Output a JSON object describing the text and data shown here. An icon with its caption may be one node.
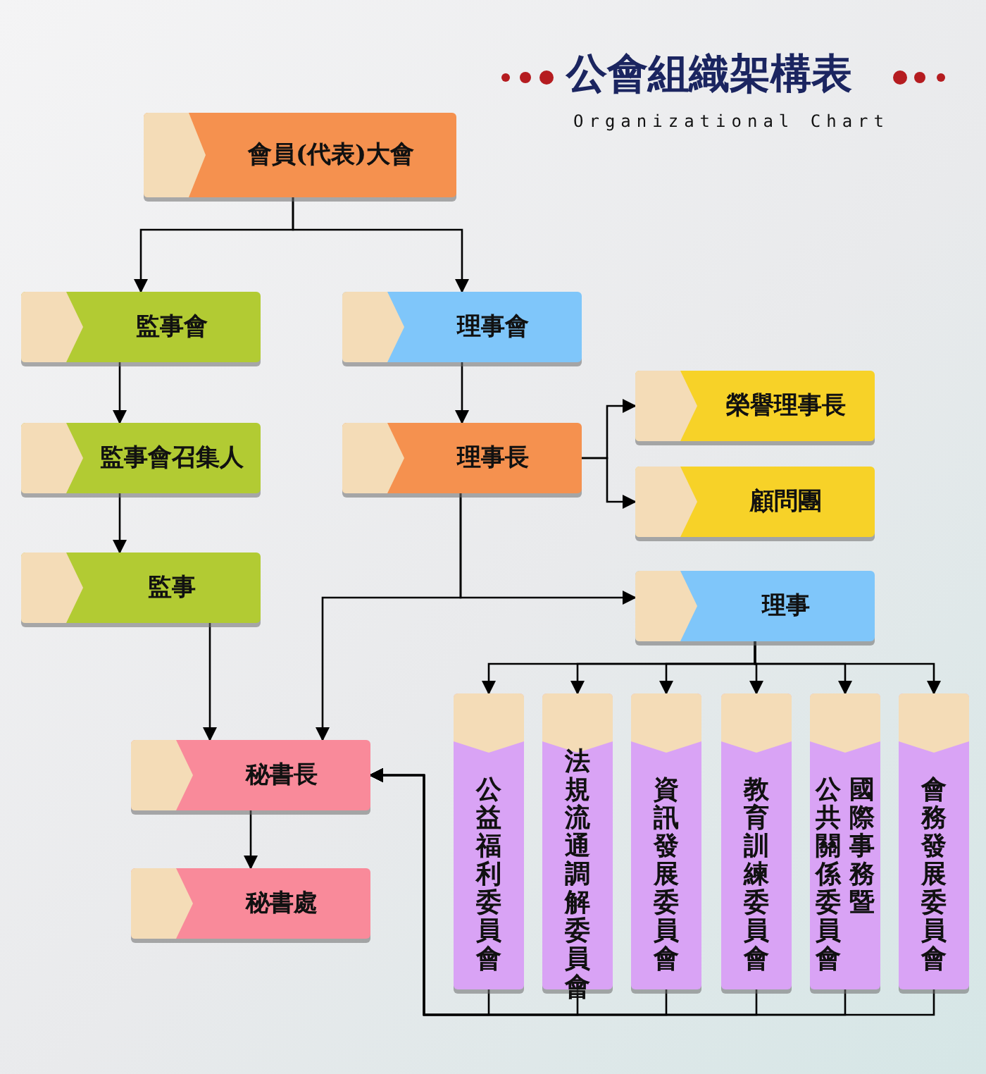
{
  "diagram": {
    "title": "公會組織架構表",
    "nodes": [
      {
        "text": [
          "會員(代表)大會"
        ]
      },
      {
        "text": [
          "監事會"
        ]
      },
      {
        "text": [
          "理事會"
        ]
      },
      {
        "text": [
          "監事會召集人"
        ]
      },
      {
        "text": [
          "理事長"
        ]
      },
      {
        "text": [
          "榮譽理事長"
        ]
      },
      {
        "text": [
          "顧問團"
        ]
      },
      {
        "text": [
          "監事"
        ]
      },
      {
        "text": [
          "理事"
        ]
      },
      {
        "text": [
          "秘書長"
        ]
      },
      {
        "text": [
          "秘書處"
        ]
      },
      {
        "text": [
          "公益福利委員會"
        ]
      },
      {
        "text": [
          "法規流通調解委員會"
        ]
      },
      {
        "text": [
          "資訊發展委員會"
        ]
      },
      {
        "text": [
          "教育訓練委員會"
        ]
      },
      {
        "text": [
          "國際事務暨公共關係委員會"
        ]
      },
      {
        "text": [
          "會務發展委員會"
        ]
      }
    ],
    "edges": [
      {
        "from": 0,
        "to": 1,
        "arrow": "to"
      },
      {
        "from": 0,
        "to": 2,
        "arrow": "to"
      },
      {
        "from": 1,
        "to": 3,
        "arrow": "to"
      },
      {
        "from": 2,
        "to": 4,
        "arrow": "to"
      },
      {
        "from": 3,
        "to": 7,
        "arrow": "to"
      },
      {
        "from": 4,
        "to": 5,
        "arrow": "to"
      },
      {
        "from": 4,
        "to": 6,
        "arrow": "to"
      },
      {
        "from": 4,
        "to": 8,
        "arrow": "to"
      },
      {
        "from": 4,
        "to": 9,
        "arrow": "to"
      },
      {
        "from": 7,
        "to": 9,
        "arrow": "to"
      },
      {
        "from": 9,
        "to": 10,
        "arrow": "to"
      },
      {
        "from": 8,
        "to": 11,
        "arrow": "to"
      },
      {
        "from": 8,
        "to": 12,
        "arrow": "to"
      },
      {
        "from": 8,
        "to": 13,
        "arrow": "to"
      },
      {
        "from": 8,
        "to": 14,
        "arrow": "to"
      },
      {
        "from": 8,
        "to": 15,
        "arrow": "to"
      },
      {
        "from": 8,
        "to": 16,
        "arrow": "to"
      },
      {
        "from": 11,
        "to": 9,
        "arrow": "to"
      },
      {
        "from": 12,
        "to": 9,
        "arrow": "to"
      },
      {
        "from": 13,
        "to": 9,
        "arrow": "to"
      },
      {
        "from": 14,
        "to": 9,
        "arrow": "to"
      },
      {
        "from": 15,
        "to": 9,
        "arrow": "to"
      },
      {
        "from": 16,
        "to": 9,
        "arrow": "to"
      }
    ],
    "labels": [
      "Organizational Chart"
    ]
  }
}
